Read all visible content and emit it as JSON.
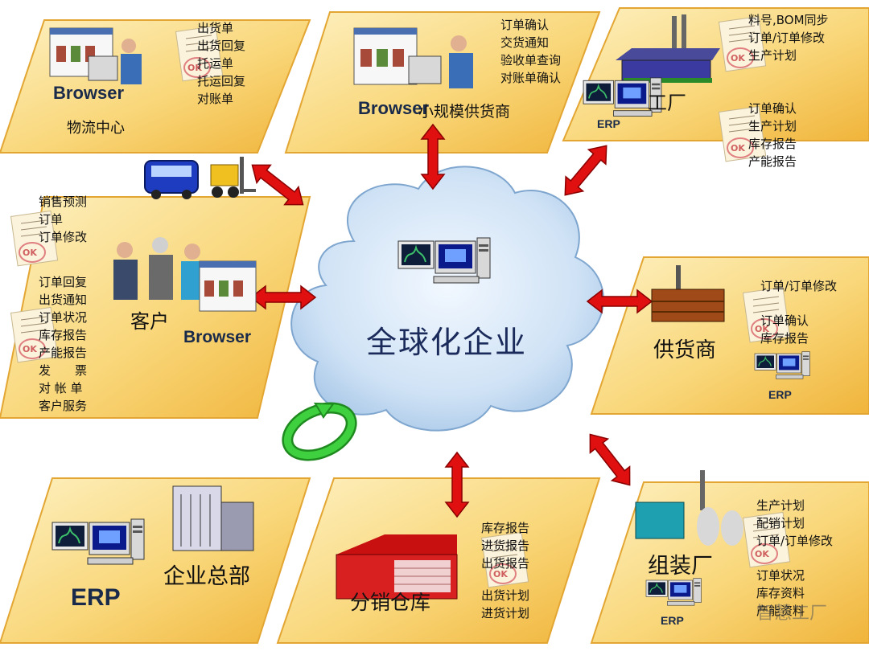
{
  "center": {
    "title": "全球化企业"
  },
  "nodes": {
    "logistics": {
      "browser": "Browser",
      "name": "物流中心",
      "items": [
        "出货单",
        "出货回复",
        "托运单",
        "托运回复",
        "对账单"
      ]
    },
    "small_supplier": {
      "browser": "Browser",
      "name": "小规模供货商",
      "items": [
        "订单确认",
        "交货通知",
        "验收单查询",
        "对账单确认"
      ]
    },
    "factory": {
      "name": "工厂",
      "erp": "ERP",
      "items_top": [
        "料号,BOM同步",
        "订单/订单修改",
        "生产计划"
      ],
      "items_bottom": [
        "订单确认",
        "生产计划",
        "库存报告",
        "产能报告"
      ]
    },
    "customer": {
      "name": "客户",
      "browser": "Browser",
      "items_top": [
        "销售预测",
        "订单",
        "订单修改"
      ],
      "items_bottom": [
        "订单回复",
        "出货通知",
        "订单状况",
        "库存报告",
        "产能报告",
        "发　　票",
        "对 帐 单",
        "客户服务"
      ]
    },
    "supplier": {
      "name": "供货商",
      "erp": "ERP",
      "items_top": [
        "订单/订单修改"
      ],
      "items_bottom": [
        "订单确认",
        "库存报告"
      ]
    },
    "hq": {
      "name": "企业总部",
      "erp": "ERP"
    },
    "warehouse": {
      "name": "分销仓库",
      "items_top": [
        "库存报告",
        "进货报告",
        "出货报告"
      ],
      "items_bottom": [
        "出货计划",
        "进货计划"
      ]
    },
    "assembly": {
      "name": "组装厂",
      "erp": "ERP",
      "items_top": [
        "生产计划",
        "配销计划",
        "订单/订单修改"
      ],
      "items_bottom": [
        "订单状况",
        "库存资料",
        "产能资料"
      ]
    }
  },
  "watermark": "智慧工厂",
  "ok_stamp": "OK",
  "icons": [
    "computer-icon",
    "factory-icon",
    "bus-icon",
    "forklift-icon",
    "business-people-icon",
    "warehouse-icon",
    "office-building-icon",
    "cycle-arrow-icon",
    "double-arrow-icon"
  ],
  "colors": {
    "panel": "#f6c04a",
    "panel_light": "#fde9a8",
    "arrow": "#e01010",
    "cloud": "#cfe2f5",
    "cycle": "#2eb82e"
  }
}
